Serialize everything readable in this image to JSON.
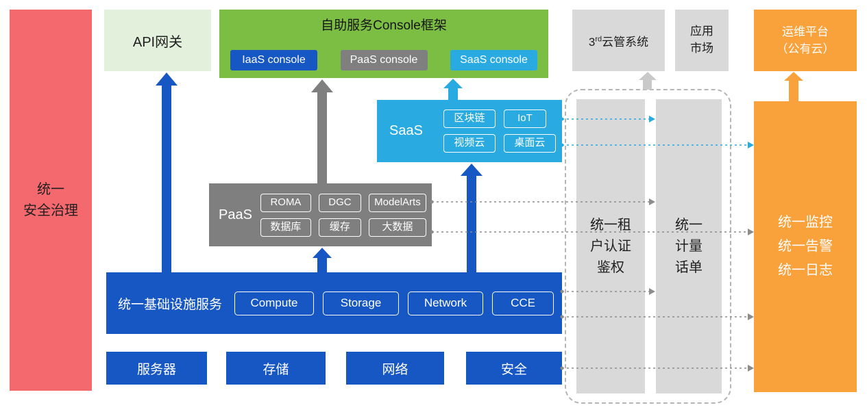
{
  "palette": {
    "red": "#F4696D",
    "light_green": "#E3F0DC",
    "green": "#7CBE44",
    "blue": "#1757C4",
    "cyan": "#29ABE2",
    "gray": "#7F7F7F",
    "light_gray": "#D9D9D9",
    "orange": "#F9A23C"
  },
  "security_bar": {
    "line1": "统一",
    "line2": "安全治理"
  },
  "api_gateway": {
    "label": "API网关"
  },
  "console_frame": {
    "title": "自助服务Console框架",
    "consoles": [
      {
        "label": "IaaS console"
      },
      {
        "label": "PaaS console"
      },
      {
        "label": "SaaS console"
      }
    ]
  },
  "third_party": {
    "pre": "3",
    "sup": "rd",
    "post": "云管系统"
  },
  "app_market": {
    "line1": "应用",
    "line2": "市场"
  },
  "ops_platform": {
    "line1": "运维平台",
    "line2": "（公有云）"
  },
  "saas": {
    "label": "SaaS",
    "items": [
      "区块链",
      "IoT",
      "视频云",
      "桌面云"
    ]
  },
  "paas": {
    "label": "PaaS",
    "items": [
      "ROMA",
      "DGC",
      "ModelArts",
      "数据库",
      "缓存",
      "大数据"
    ]
  },
  "iaas": {
    "label": "统一基础设施服务",
    "items": [
      "Compute",
      "Storage",
      "Network",
      "CCE"
    ]
  },
  "hardware": [
    "服务器",
    "存储",
    "网络",
    "安全"
  ],
  "auth_bar": {
    "line1": "统一租",
    "line2": "户认证",
    "line3": "鉴权"
  },
  "metering_bar": {
    "line1": "统一",
    "line2": "计量",
    "line3": "话单"
  },
  "monitor_bar": {
    "line1": "统一监控",
    "line2": "统一告警",
    "line3": "统一日志"
  }
}
